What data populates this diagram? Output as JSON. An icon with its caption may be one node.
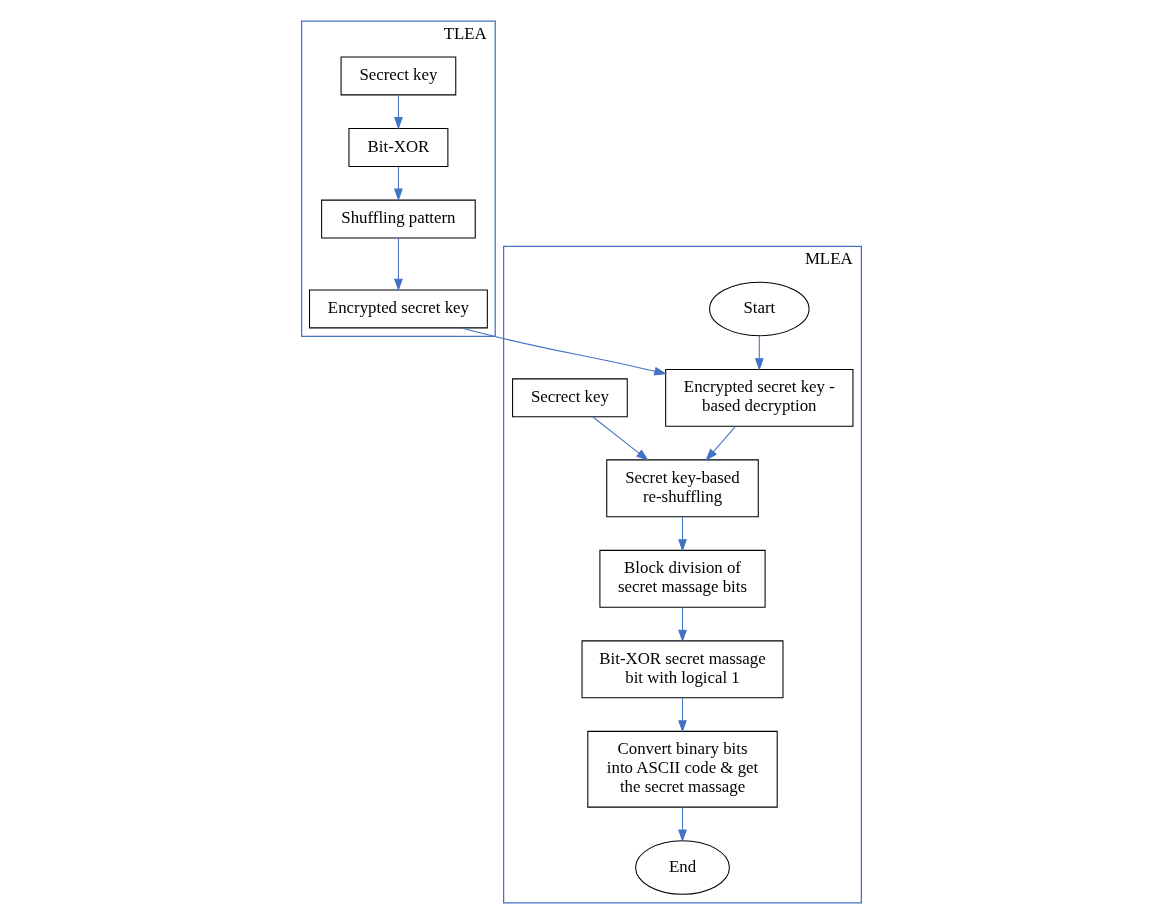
{
  "diagram": {
    "nodes": [
      {
        "text": [
          "TLEA"
        ]
      },
      {
        "text": [
          "Secrect key"
        ],
        "in": 0
      },
      {
        "text": [
          "Bit-XOR"
        ],
        "in": 0
      },
      {
        "text": [
          "Shuffling pattern"
        ],
        "in": 0
      },
      {
        "text": [
          "Encrypted secret key"
        ],
        "in": 0
      },
      {
        "text": [
          "MLEA"
        ]
      },
      {
        "text": [
          "Start"
        ],
        "in": 5
      },
      {
        "text": [
          "Encrypted secret key - based decryption"
        ],
        "in": 5
      },
      {
        "text": [
          "Secrect key"
        ],
        "in": 5
      },
      {
        "text": [
          "Secret key-based re-shuffling"
        ],
        "in": 5
      },
      {
        "text": [
          "Block division of secret massage bits"
        ],
        "in": 5
      },
      {
        "text": [
          "Bit-XOR secret massage bit with logical 1"
        ],
        "in": 5
      },
      {
        "text": [
          "Convert binary bits into ASCII code & get the secret massage"
        ],
        "in": 5
      },
      {
        "text": [
          "End"
        ],
        "in": 5
      }
    ],
    "edges": [
      {
        "from": 1,
        "to": 2,
        "arrow": "to"
      },
      {
        "from": 2,
        "to": 3,
        "arrow": "to"
      },
      {
        "from": 3,
        "to": 4,
        "arrow": "to"
      },
      {
        "from": 4,
        "to": 7,
        "arrow": "to"
      },
      {
        "from": 6,
        "to": 7,
        "arrow": "to"
      },
      {
        "from": 7,
        "to": 9,
        "arrow": "to"
      },
      {
        "from": 8,
        "to": 9,
        "arrow": "to"
      },
      {
        "from": 9,
        "to": 10,
        "arrow": "to"
      },
      {
        "from": 10,
        "to": 11,
        "arrow": "to"
      },
      {
        "from": 11,
        "to": 12,
        "arrow": "to"
      },
      {
        "from": 12,
        "to": 13,
        "arrow": "to"
      }
    ]
  }
}
